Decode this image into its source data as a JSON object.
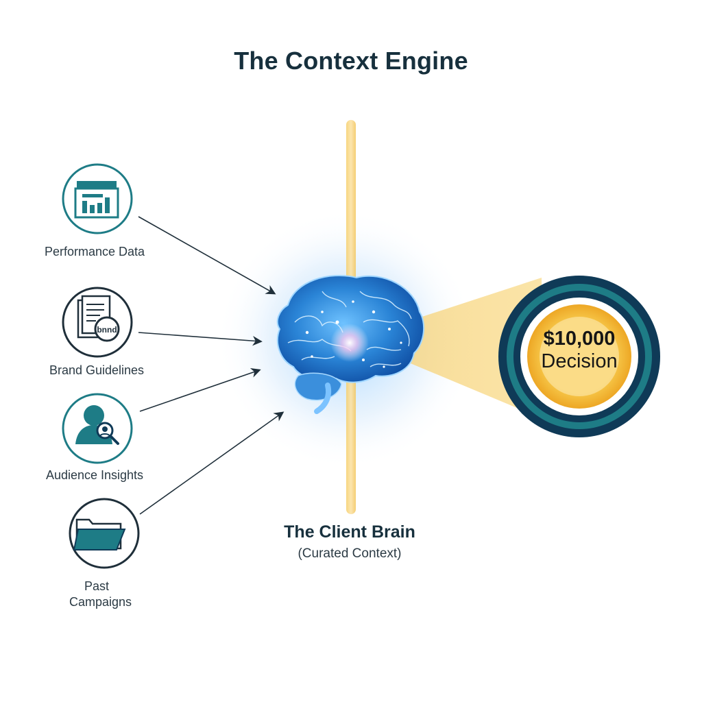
{
  "title": "The Context Engine",
  "sources": [
    {
      "label": "Performance Data",
      "icon": "performance-chart-icon"
    },
    {
      "label": "Brand Guidelines",
      "icon": "brand-document-icon",
      "badge": "bnnd"
    },
    {
      "label": "Audience Insights",
      "icon": "audience-search-icon"
    },
    {
      "label": "Past Campaigns",
      "icon": "folder-icon"
    }
  ],
  "brain": {
    "title": "The Client Brain",
    "subtitle": "(Curated Context)",
    "icon": "brain-icon"
  },
  "decision": {
    "amount": "$10,000",
    "label": "Decision"
  },
  "colors": {
    "heading": "#17303d",
    "teal": "#1e7c86",
    "navy": "#0f3a57",
    "gold": "#f2b53a",
    "beam": "#f6d27a",
    "brain_blue": "#2a84d6"
  }
}
